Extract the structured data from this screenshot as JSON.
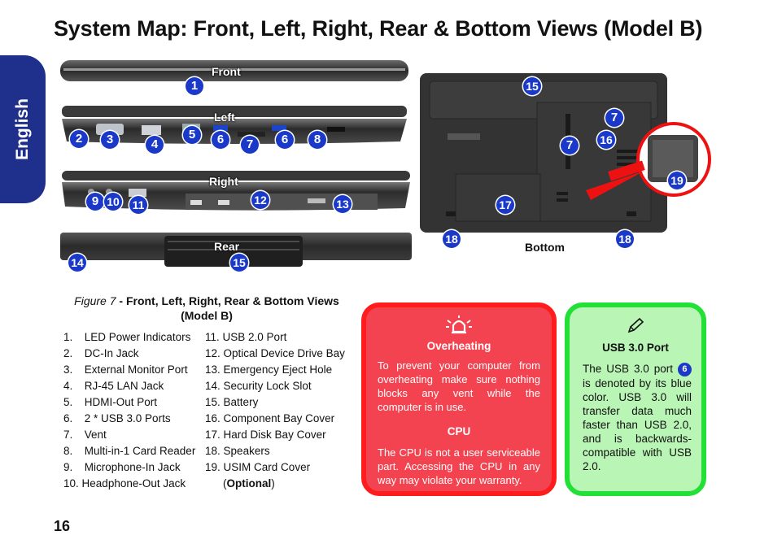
{
  "page": {
    "title": "System Map: Front, Left, Right, Rear & Bottom Views (Model B)",
    "language_tab": "English",
    "page_number": "16"
  },
  "views": {
    "front": "Front",
    "left": "Left",
    "right": "Right",
    "rear": "Rear",
    "bottom": "Bottom"
  },
  "badges": {
    "front": [
      "1"
    ],
    "left": [
      "2",
      "3",
      "4",
      "5",
      "6",
      "7",
      "6",
      "8"
    ],
    "right": [
      "9",
      "10",
      "11",
      "12",
      "13"
    ],
    "rear": [
      "14",
      "15"
    ],
    "bottom": [
      "15",
      "7",
      "7",
      "16",
      "19",
      "17",
      "18",
      "18"
    ]
  },
  "figure": {
    "prefix": "Figure 7",
    "caption": " - Front, Left, Right, Rear & Bottom Views (Model B)"
  },
  "legend_left": [
    {
      "num": "1.",
      "text": "LED Power Indicators"
    },
    {
      "num": "2.",
      "text": "DC-In Jack"
    },
    {
      "num": "3.",
      "text": "External Monitor Port"
    },
    {
      "num": "4.",
      "text": "RJ-45 LAN Jack"
    },
    {
      "num": "5.",
      "text": "HDMI-Out Port"
    },
    {
      "num": "6.",
      "text": "2 * USB 3.0 Ports"
    },
    {
      "num": "7.",
      "text": "Vent"
    },
    {
      "num": "8.",
      "text": "Multi-in-1 Card Reader"
    },
    {
      "num": "9.",
      "text": "Microphone-In Jack"
    },
    {
      "num": "10.",
      "text": "Headphone-Out Jack"
    }
  ],
  "legend_right": [
    {
      "num": "11.",
      "text": "USB 2.0 Port"
    },
    {
      "num": "12.",
      "text": "Optical Device Drive Bay"
    },
    {
      "num": "13.",
      "text": "Emergency Eject Hole"
    },
    {
      "num": "14.",
      "text": "Security Lock Slot"
    },
    {
      "num": "15.",
      "text": "Battery"
    },
    {
      "num": "16.",
      "text": "Component Bay Cover"
    },
    {
      "num": "17.",
      "text": "Hard Disk Bay Cover"
    },
    {
      "num": "18.",
      "text": "Speakers"
    },
    {
      "num": "19.",
      "text": "USIM Card Cover"
    }
  ],
  "legend_19_sub": {
    "open": "(",
    "bold": "Optional",
    "close": ")"
  },
  "warning_box": {
    "icon": "overheat-alarm-icon",
    "heading1": "Overheating",
    "text1": "To prevent your computer from overheating make sure nothing blocks any vent while the computer is in use.",
    "heading2": "CPU",
    "text2": "The CPU is not a user serviceable part. Accessing the CPU in any way may violate your warranty.",
    "color": "#f34350"
  },
  "note_box": {
    "icon": "pencil-icon",
    "heading": "USB 3.0 Port",
    "text_before": "The USB 3.0 port",
    "badge": "6",
    "text_after": "is denoted by its blue color. USB 3.0 will transfer data much faster than USB 2.0, and is backwards-compatible with USB 2.0.",
    "color": "#b9f5b5"
  }
}
